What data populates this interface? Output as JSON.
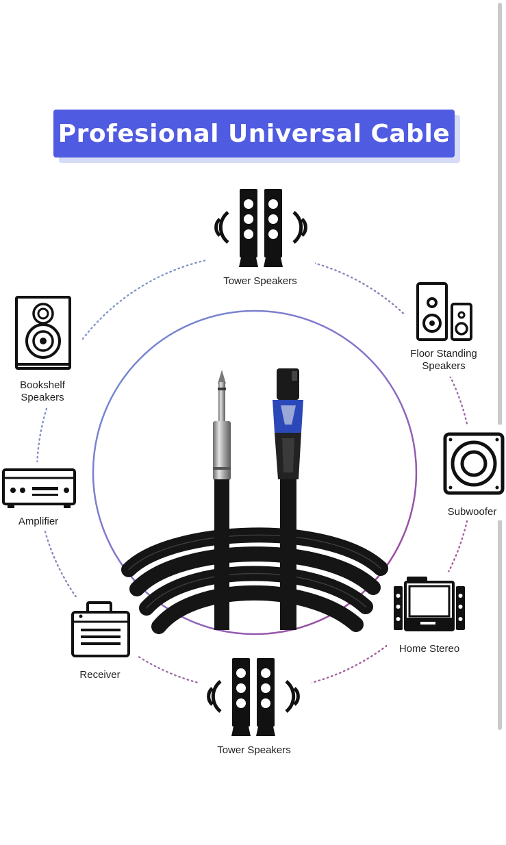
{
  "title": "Profesional Universal Cable",
  "labels": {
    "tower_top": "Tower Speakers",
    "floor_standing_1": "Floor Standing",
    "floor_standing_2": "Speakers",
    "bookshelf_1": "Bookshelf",
    "bookshelf_2": "Speakers",
    "subwoofer": "Subwoofer",
    "amplifier": "Amplifier",
    "home_stereo": "Home Stereo",
    "receiver": "Receiver",
    "tower_bottom": "Tower Speakers"
  },
  "colors": {
    "title_bg": "#4f5be0",
    "title_text": "#ffffff",
    "ring_blue": "#6f8fd6",
    "ring_purple": "#a23d8c",
    "cable": "#151515",
    "connector_accent": "#2a48b8"
  },
  "icons": [
    "tower-speakers-icon",
    "floor-standing-speakers-icon",
    "bookshelf-speaker-icon",
    "subwoofer-icon",
    "amplifier-icon",
    "home-stereo-icon",
    "receiver-icon"
  ]
}
